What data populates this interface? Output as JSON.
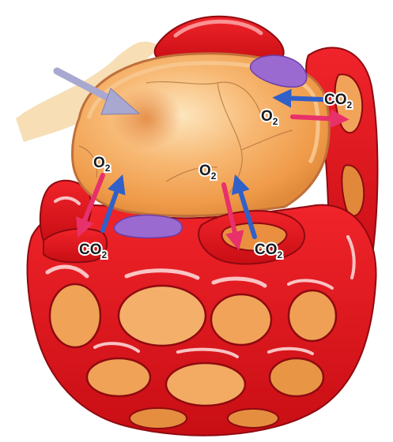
{
  "labels": {
    "o2_text": "O",
    "o2_sub": "2",
    "co2_text": "CO",
    "co2_sub": "2"
  },
  "colors": {
    "capillary_red": "#e0141c",
    "capillary_dark": "#8e0a10",
    "alveolus_orange": "#f5a454",
    "alveolus_light": "#fde0b0",
    "cell_purple": "#9a6ad0",
    "o2_arrow": "#e8306a",
    "co2_arrow": "#3060c8",
    "airflow_arrow": "#a8a8d0"
  }
}
